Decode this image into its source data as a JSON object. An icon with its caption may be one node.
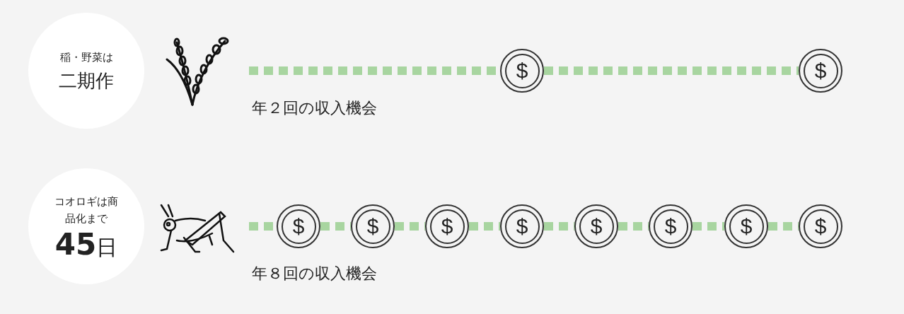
{
  "diagram": {
    "nodes": [
      {
        "text": [
          "稲・野菜は",
          "二期作"
        ]
      },
      {
        "text": [
          "$"
        ]
      },
      {
        "text": [
          "$"
        ]
      },
      {
        "text": [
          "コオロギは商品化まで",
          "**45**日"
        ]
      },
      {
        "text": [
          "$"
        ]
      },
      {
        "text": [
          "$"
        ]
      },
      {
        "text": [
          "$"
        ]
      },
      {
        "text": [
          "$"
        ]
      },
      {
        "text": [
          "$"
        ]
      },
      {
        "text": [
          "$"
        ]
      },
      {
        "text": [
          "$"
        ]
      },
      {
        "text": [
          "$"
        ]
      }
    ],
    "edges": [
      {
        "from": null,
        "to": 1,
        "arrow": "none",
        "style": "dashed"
      },
      {
        "from": 1,
        "to": 2,
        "arrow": "none",
        "style": "dashed"
      },
      {
        "from": null,
        "to": 4,
        "arrow": "none",
        "style": "dashed"
      },
      {
        "from": 4,
        "to": 5,
        "arrow": "none",
        "style": "dashed"
      },
      {
        "from": 5,
        "to": 6,
        "arrow": "none",
        "style": "dashed"
      },
      {
        "from": 6,
        "to": 7,
        "arrow": "none",
        "style": "dashed"
      },
      {
        "from": 7,
        "to": 8,
        "arrow": "none",
        "style": "dashed"
      },
      {
        "from": 8,
        "to": 9,
        "arrow": "none",
        "style": "dashed"
      },
      {
        "from": 9,
        "to": 10,
        "arrow": "none",
        "style": "dashed"
      },
      {
        "from": 10,
        "to": 11,
        "arrow": "none",
        "style": "dashed"
      }
    ],
    "labels": [
      "年２回の収入機会",
      "年８回の収入機会"
    ]
  }
}
